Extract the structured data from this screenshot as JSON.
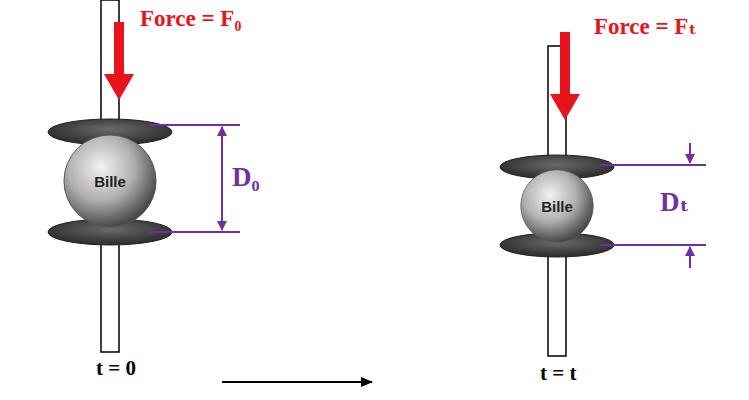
{
  "diagram": {
    "nodes": [
      {
        "text": [
          "Bille"
        ]
      },
      {
        "text": [
          "Bille"
        ]
      }
    ],
    "labels": [
      "Force = F₀",
      "D₀",
      "t = 0",
      "Force = Fₜ",
      "Dₜ",
      "t = t"
    ]
  }
}
